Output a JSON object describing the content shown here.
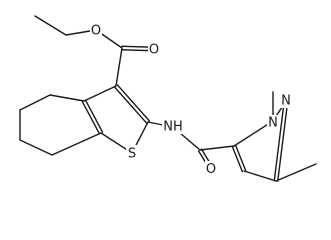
{
  "molecule": {
    "atom_labels": {
      "ester_o_carbonyl": "O",
      "ester_o_single": "O",
      "thiophene_s": "S",
      "amide_nh": "NH",
      "amide_o": "O",
      "pyrazole_n1": "N",
      "pyrazole_n2": "N"
    }
  }
}
